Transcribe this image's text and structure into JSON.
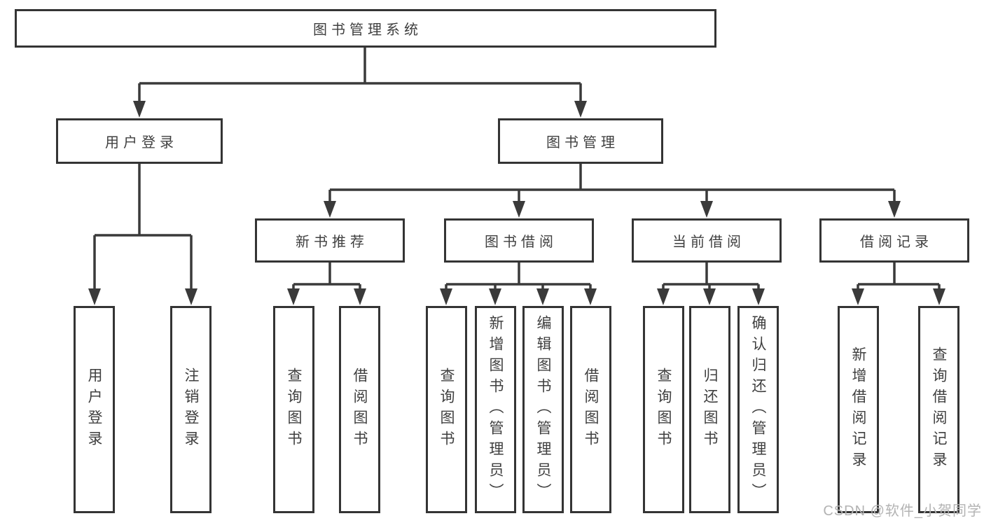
{
  "tree": {
    "root": {
      "label": "图书管理系统"
    },
    "branches": [
      {
        "label": "用户登录",
        "leaves": [
          {
            "label": "用户登录"
          },
          {
            "label": "注销登录"
          }
        ]
      },
      {
        "label": "图书管理",
        "groups": [
          {
            "label": "新书推荐",
            "leaves": [
              {
                "label": "查询图书"
              },
              {
                "label": "借阅图书"
              }
            ]
          },
          {
            "label": "图书借阅",
            "leaves": [
              {
                "label": "查询图书"
              },
              {
                "label": "新增图书（管理员）"
              },
              {
                "label": "编辑图书（管理员）"
              },
              {
                "label": "借阅图书"
              }
            ]
          },
          {
            "label": "当前借阅",
            "leaves": [
              {
                "label": "查询图书"
              },
              {
                "label": "归还图书"
              },
              {
                "label": "确认归还（管理员）"
              }
            ]
          },
          {
            "label": "借阅记录",
            "leaves": [
              {
                "label": "新增借阅记录"
              },
              {
                "label": "查询借阅记录"
              }
            ]
          }
        ]
      }
    ]
  },
  "watermark": {
    "text": "CSDN @软件_小贺同学"
  },
  "colors": {
    "line": "#3a3a3a",
    "box_border": "#343434",
    "box_fill": "#ffffff",
    "text": "#3f3f3f",
    "watermark": "#b3b3b3",
    "background": "#ffffff"
  }
}
